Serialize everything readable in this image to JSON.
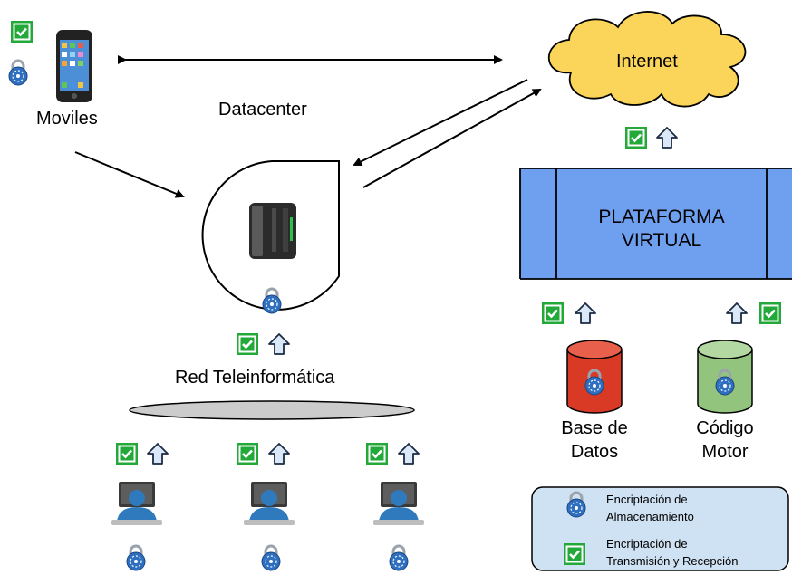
{
  "labels": {
    "moviles": "Moviles",
    "datacenter": "Datacenter",
    "internet": "Internet",
    "plataforma_line1": "PLATAFORMA",
    "plataforma_line2": "VIRTUAL",
    "red": "Red Teleinformática",
    "base_line1": "Base de",
    "base_line2": "Datos",
    "codigo_line1": "Código",
    "codigo_line2": "Motor"
  },
  "legend": {
    "storage_line1": "Encriptación de",
    "storage_line2": "Almacenamiento",
    "transmission_line1": "Encriptación de",
    "transmission_line2": "Transmisión y Recepción"
  },
  "colors": {
    "cloud": "#fbd55a",
    "platform": "#6fa0ef",
    "database": "#d93a26",
    "engine": "#93c47d",
    "check": "#22a93a",
    "legend_bg": "#cfe2f3",
    "network_bar": "#cccccc"
  },
  "icons": [
    "check-icon",
    "lock-icon",
    "up-arrow-icon",
    "phone-icon",
    "server-icon",
    "user-laptop-icon"
  ]
}
